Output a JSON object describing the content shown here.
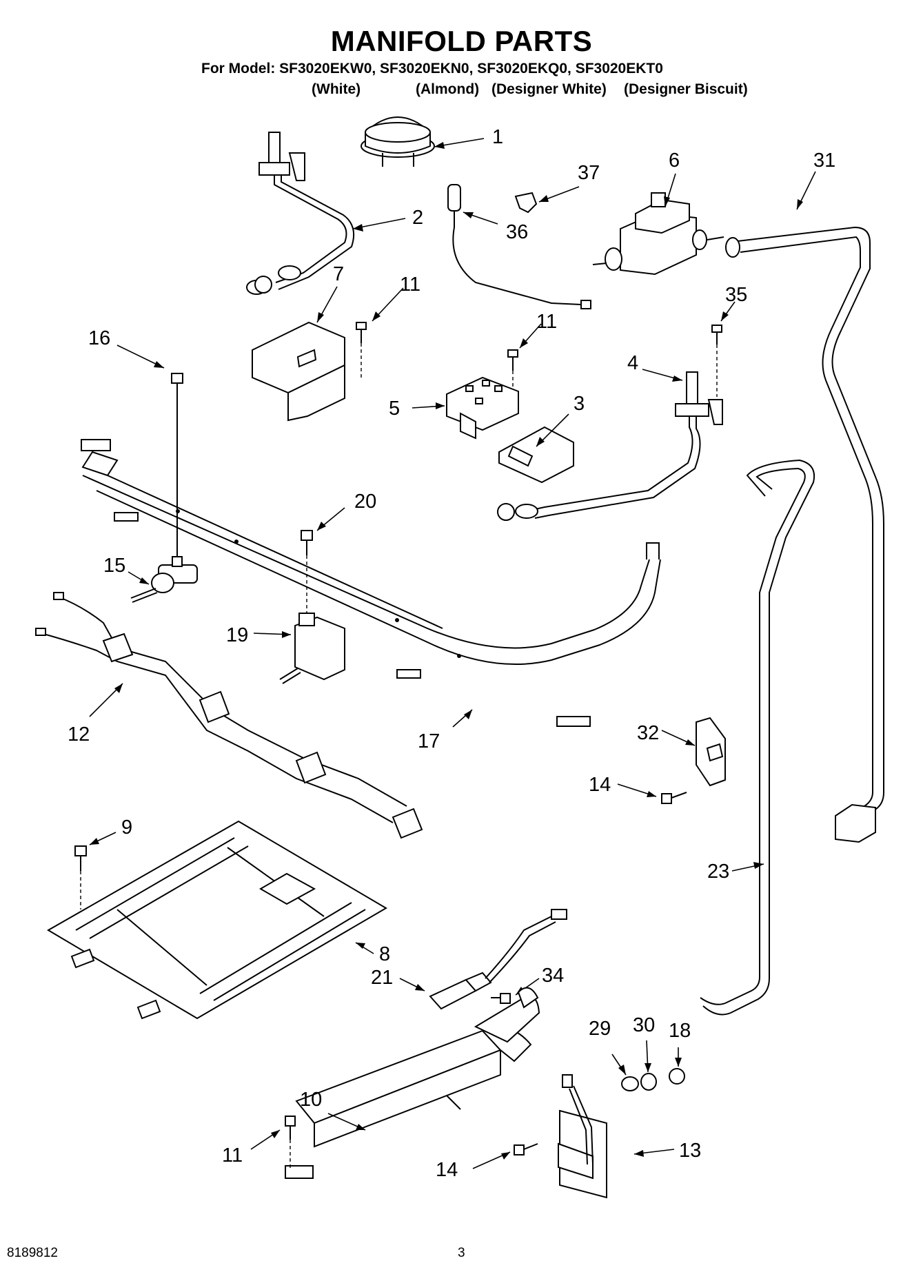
{
  "header": {
    "title": "MANIFOLD PARTS",
    "model_line": "For Model: SF3020EKW0, SF3020EKN0, SF3020EKQ0, SF3020EKT0",
    "colors": [
      "(White)",
      "(Almond)",
      "(Designer White)",
      "(Designer Biscuit)"
    ]
  },
  "callouts": [
    "1",
    "2",
    "3",
    "4",
    "5",
    "6",
    "7",
    "8",
    "9",
    "10",
    "11",
    "11",
    "11",
    "12",
    "13",
    "14",
    "14",
    "15",
    "16",
    "17",
    "18",
    "19",
    "20",
    "21",
    "23",
    "29",
    "30",
    "31",
    "32",
    "34",
    "35",
    "36",
    "37"
  ],
  "footer": {
    "part_number": "8189812",
    "page_number": "3"
  }
}
